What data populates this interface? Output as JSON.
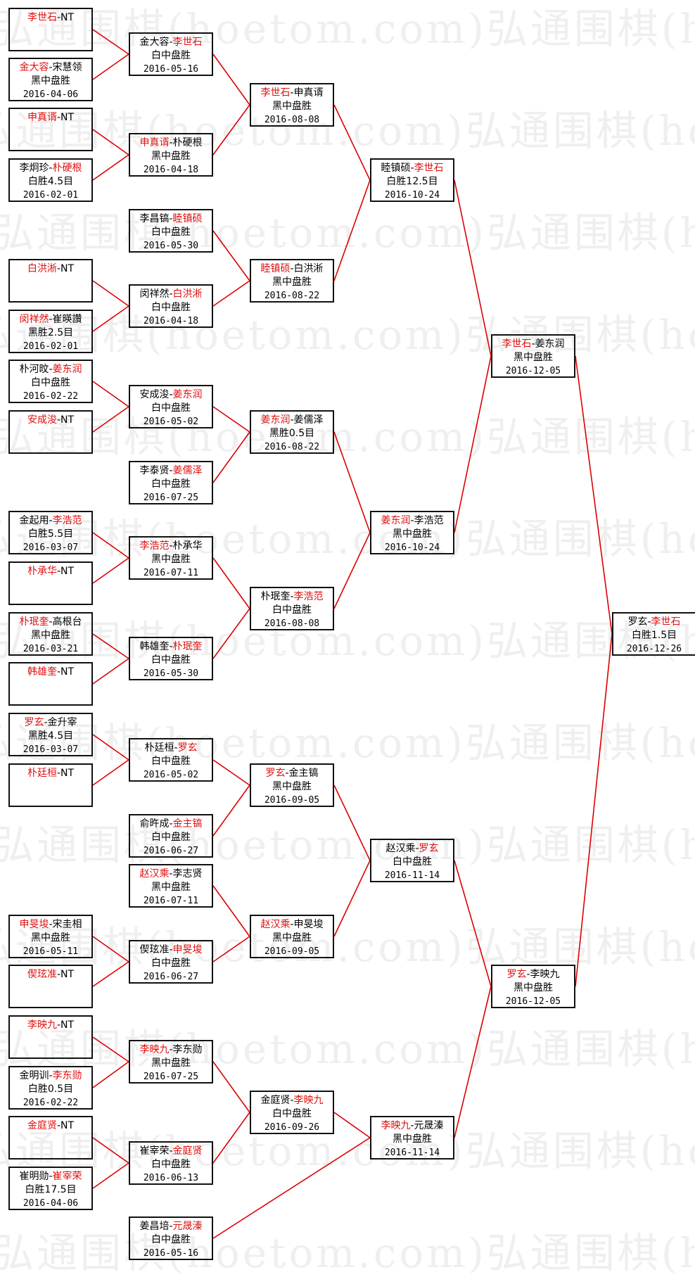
{
  "watermark": "弘通围棋(hoetom.com)弘通围棋(hoetom.com)",
  "colors": {
    "winner": "#e01010",
    "line": "#dd0000",
    "border": "#111111"
  },
  "rounds": [
    {
      "round": 1,
      "matches": [
        {
          "id": "r1-1",
          "a": "李世石",
          "b": "NT",
          "winner": "a",
          "result": "",
          "date": ""
        },
        {
          "id": "r1-2",
          "a": "金大容",
          "b": "宋慧领",
          "winner": "a",
          "result": "黑中盘胜",
          "date": "2016-04-06"
        },
        {
          "id": "r1-3",
          "a": "申真谞",
          "b": "NT",
          "winner": "a",
          "result": "",
          "date": ""
        },
        {
          "id": "r1-4",
          "a": "李炯珍",
          "b": "朴硬根",
          "winner": "b",
          "result": "白胜4.5目",
          "date": "2016-02-01"
        },
        {
          "id": "r1-5",
          "a": "白洪淅",
          "b": "NT",
          "winner": "a",
          "result": "",
          "date": ""
        },
        {
          "id": "r1-6",
          "a": "闵祥然",
          "b": "崔暎讚",
          "winner": "a",
          "result": "黑胜2.5目",
          "date": "2016-02-01"
        },
        {
          "id": "r1-7",
          "a": "朴河旼",
          "b": "姜东润",
          "winner": "b",
          "result": "白中盘胜",
          "date": "2016-02-22"
        },
        {
          "id": "r1-8",
          "a": "安成浚",
          "b": "NT",
          "winner": "a",
          "result": "",
          "date": ""
        },
        {
          "id": "r1-9",
          "a": "金起用",
          "b": "李浩范",
          "winner": "b",
          "result": "白胜5.5目",
          "date": "2016-03-07"
        },
        {
          "id": "r1-10",
          "a": "朴承华",
          "b": "NT",
          "winner": "a",
          "result": "",
          "date": ""
        },
        {
          "id": "r1-11",
          "a": "朴珉奎",
          "b": "高根台",
          "winner": "a",
          "result": "黑中盘胜",
          "date": "2016-03-21"
        },
        {
          "id": "r1-12",
          "a": "韩雄奎",
          "b": "NT",
          "winner": "a",
          "result": "",
          "date": ""
        },
        {
          "id": "r1-13",
          "a": "罗玄",
          "b": "金升宰",
          "winner": "a",
          "result": "黑胜4.5目",
          "date": "2016-03-07"
        },
        {
          "id": "r1-14",
          "a": "朴廷桓",
          "b": "NT",
          "winner": "a",
          "result": "",
          "date": ""
        },
        {
          "id": "r1-15",
          "a": "申旻埈",
          "b": "宋圭相",
          "winner": "a",
          "result": "黑中盘胜",
          "date": "2016-05-11"
        },
        {
          "id": "r1-16",
          "a": "偰玹准",
          "b": "NT",
          "winner": "a",
          "result": "",
          "date": ""
        },
        {
          "id": "r1-17",
          "a": "李映九",
          "b": "NT",
          "winner": "a",
          "result": "",
          "date": ""
        },
        {
          "id": "r1-18",
          "a": "金明训",
          "b": "李东勋",
          "winner": "b",
          "result": "白胜0.5目",
          "date": "2016-02-22"
        },
        {
          "id": "r1-19",
          "a": "金庭贤",
          "b": "NT",
          "winner": "a",
          "result": "",
          "date": ""
        },
        {
          "id": "r1-20",
          "a": "崔明勋",
          "b": "崔宰荣",
          "winner": "b",
          "result": "白胜17.5目",
          "date": "2016-04-06"
        }
      ]
    },
    {
      "round": 2,
      "matches": [
        {
          "id": "r2-1",
          "a": "金大容",
          "b": "李世石",
          "winner": "b",
          "result": "白中盘胜",
          "date": "2016-05-16"
        },
        {
          "id": "r2-2",
          "a": "申真谞",
          "b": "朴硬根",
          "winner": "a",
          "result": "黑中盘胜",
          "date": "2016-04-18"
        },
        {
          "id": "r2-3",
          "a": "李昌镐",
          "b": "睦镇硕",
          "winner": "b",
          "result": "白中盘胜",
          "date": "2016-05-30"
        },
        {
          "id": "r2-4",
          "a": "闵祥然",
          "b": "白洪淅",
          "winner": "b",
          "result": "白中盘胜",
          "date": "2016-04-18"
        },
        {
          "id": "r2-5",
          "a": "安成浚",
          "b": "姜东润",
          "winner": "b",
          "result": "白中盘胜",
          "date": "2016-05-02"
        },
        {
          "id": "r2-6",
          "a": "李泰贤",
          "b": "姜儒泽",
          "winner": "b",
          "result": "白中盘胜",
          "date": "2016-07-25"
        },
        {
          "id": "r2-7",
          "a": "李浩范",
          "b": "朴承华",
          "winner": "a",
          "result": "黑中盘胜",
          "date": "2016-07-11"
        },
        {
          "id": "r2-8",
          "a": "韩雄奎",
          "b": "朴珉奎",
          "winner": "b",
          "result": "白中盘胜",
          "date": "2016-05-30"
        },
        {
          "id": "r2-9",
          "a": "朴廷桓",
          "b": "罗玄",
          "winner": "b",
          "result": "白中盘胜",
          "date": "2016-05-02"
        },
        {
          "id": "r2-10",
          "a": "俞旿成",
          "b": "金主镐",
          "winner": "b",
          "result": "白中盘胜",
          "date": "2016-06-27"
        },
        {
          "id": "r2-11",
          "a": "赵汉乘",
          "b": "李志贤",
          "winner": "a",
          "result": "黑中盘胜",
          "date": "2016-07-11"
        },
        {
          "id": "r2-12",
          "a": "偰玹准",
          "b": "申旻埈",
          "winner": "b",
          "result": "白中盘胜",
          "date": "2016-06-27"
        },
        {
          "id": "r2-13",
          "a": "李映九",
          "b": "李东勋",
          "winner": "a",
          "result": "黑中盘胜",
          "date": "2016-07-25"
        },
        {
          "id": "r2-14",
          "a": "崔宰荣",
          "b": "金庭贤",
          "winner": "b",
          "result": "白中盘胜",
          "date": "2016-06-13"
        },
        {
          "id": "r2-15",
          "a": "姜昌培",
          "b": "元晟溱",
          "winner": "b",
          "result": "白中盘胜",
          "date": "2016-05-16"
        }
      ]
    },
    {
      "round": 3,
      "matches": [
        {
          "id": "r3-1",
          "a": "李世石",
          "b": "申真谞",
          "winner": "a",
          "result": "黑中盘胜",
          "date": "2016-08-08"
        },
        {
          "id": "r3-2",
          "a": "睦镇硕",
          "b": "白洪淅",
          "winner": "a",
          "result": "黑中盘胜",
          "date": "2016-08-22"
        },
        {
          "id": "r3-3",
          "a": "姜东润",
          "b": "姜儒泽",
          "winner": "a",
          "result": "黑胜0.5目",
          "date": "2016-08-22"
        },
        {
          "id": "r3-4",
          "a": "朴珉奎",
          "b": "李浩范",
          "winner": "b",
          "result": "白中盘胜",
          "date": "2016-08-08"
        },
        {
          "id": "r3-5",
          "a": "罗玄",
          "b": "金主镐",
          "winner": "a",
          "result": "黑中盘胜",
          "date": "2016-09-05"
        },
        {
          "id": "r3-6",
          "a": "赵汉乘",
          "b": "申旻埈",
          "winner": "a",
          "result": "黑中盘胜",
          "date": "2016-09-05"
        },
        {
          "id": "r3-7",
          "a": "金庭贤",
          "b": "李映九",
          "winner": "b",
          "result": "白中盘胜",
          "date": "2016-09-26"
        }
      ]
    },
    {
      "round": 4,
      "matches": [
        {
          "id": "r4-1",
          "a": "睦镇硕",
          "b": "李世石",
          "winner": "b",
          "result": "白胜12.5目",
          "date": "2016-10-24"
        },
        {
          "id": "r4-2",
          "a": "姜东润",
          "b": "李浩范",
          "winner": "a",
          "result": "黑中盘胜",
          "date": "2016-10-24"
        },
        {
          "id": "r4-3",
          "a": "赵汉乘",
          "b": "罗玄",
          "winner": "b",
          "result": "白中盘胜",
          "date": "2016-11-14"
        },
        {
          "id": "r4-4",
          "a": "李映九",
          "b": "元晟溱",
          "winner": "a",
          "result": "黑中盘胜",
          "date": "2016-11-14"
        }
      ]
    },
    {
      "round": 5,
      "matches": [
        {
          "id": "r5-1",
          "a": "李世石",
          "b": "姜东润",
          "winner": "a",
          "result": "黑中盘胜",
          "date": "2016-12-05"
        },
        {
          "id": "r5-2",
          "a": "罗玄",
          "b": "李映九",
          "winner": "a",
          "result": "黑中盘胜",
          "date": "2016-12-05"
        }
      ]
    },
    {
      "round": 6,
      "matches": [
        {
          "id": "r6-1",
          "a": "罗玄",
          "b": "李世石",
          "winner": "b",
          "result": "白胜1.5目",
          "date": "2016-12-26"
        }
      ]
    }
  ],
  "links": [
    [
      "r1-1",
      "r2-1"
    ],
    [
      "r1-2",
      "r2-1"
    ],
    [
      "r1-3",
      "r2-2"
    ],
    [
      "r1-4",
      "r2-2"
    ],
    [
      "r1-5",
      "r2-4"
    ],
    [
      "r1-6",
      "r2-4"
    ],
    [
      "r1-7",
      "r2-5"
    ],
    [
      "r1-8",
      "r2-5"
    ],
    [
      "r1-9",
      "r2-7"
    ],
    [
      "r1-10",
      "r2-7"
    ],
    [
      "r1-11",
      "r2-8"
    ],
    [
      "r1-12",
      "r2-8"
    ],
    [
      "r1-13",
      "r2-9"
    ],
    [
      "r1-14",
      "r2-9"
    ],
    [
      "r1-15",
      "r2-12"
    ],
    [
      "r1-16",
      "r2-12"
    ],
    [
      "r1-17",
      "r2-13"
    ],
    [
      "r1-18",
      "r2-13"
    ],
    [
      "r1-19",
      "r2-14"
    ],
    [
      "r1-20",
      "r2-14"
    ],
    [
      "r2-1",
      "r3-1"
    ],
    [
      "r2-2",
      "r3-1"
    ],
    [
      "r2-3",
      "r3-2"
    ],
    [
      "r2-4",
      "r3-2"
    ],
    [
      "r2-5",
      "r3-3"
    ],
    [
      "r2-6",
      "r3-3"
    ],
    [
      "r2-7",
      "r3-4"
    ],
    [
      "r2-8",
      "r3-4"
    ],
    [
      "r2-9",
      "r3-5"
    ],
    [
      "r2-10",
      "r3-5"
    ],
    [
      "r2-11",
      "r3-6"
    ],
    [
      "r2-12",
      "r3-6"
    ],
    [
      "r2-13",
      "r3-7"
    ],
    [
      "r2-14",
      "r3-7"
    ],
    [
      "r3-1",
      "r4-1"
    ],
    [
      "r3-2",
      "r4-1"
    ],
    [
      "r3-3",
      "r4-2"
    ],
    [
      "r3-4",
      "r4-2"
    ],
    [
      "r3-5",
      "r4-3"
    ],
    [
      "r3-6",
      "r4-3"
    ],
    [
      "r3-7",
      "r4-4"
    ],
    [
      "r2-15",
      "r4-4"
    ],
    [
      "r4-1",
      "r5-1"
    ],
    [
      "r4-2",
      "r5-1"
    ],
    [
      "r4-3",
      "r5-2"
    ],
    [
      "r4-4",
      "r5-2"
    ],
    [
      "r5-1",
      "r6-1"
    ],
    [
      "r5-2",
      "r6-1"
    ]
  ]
}
